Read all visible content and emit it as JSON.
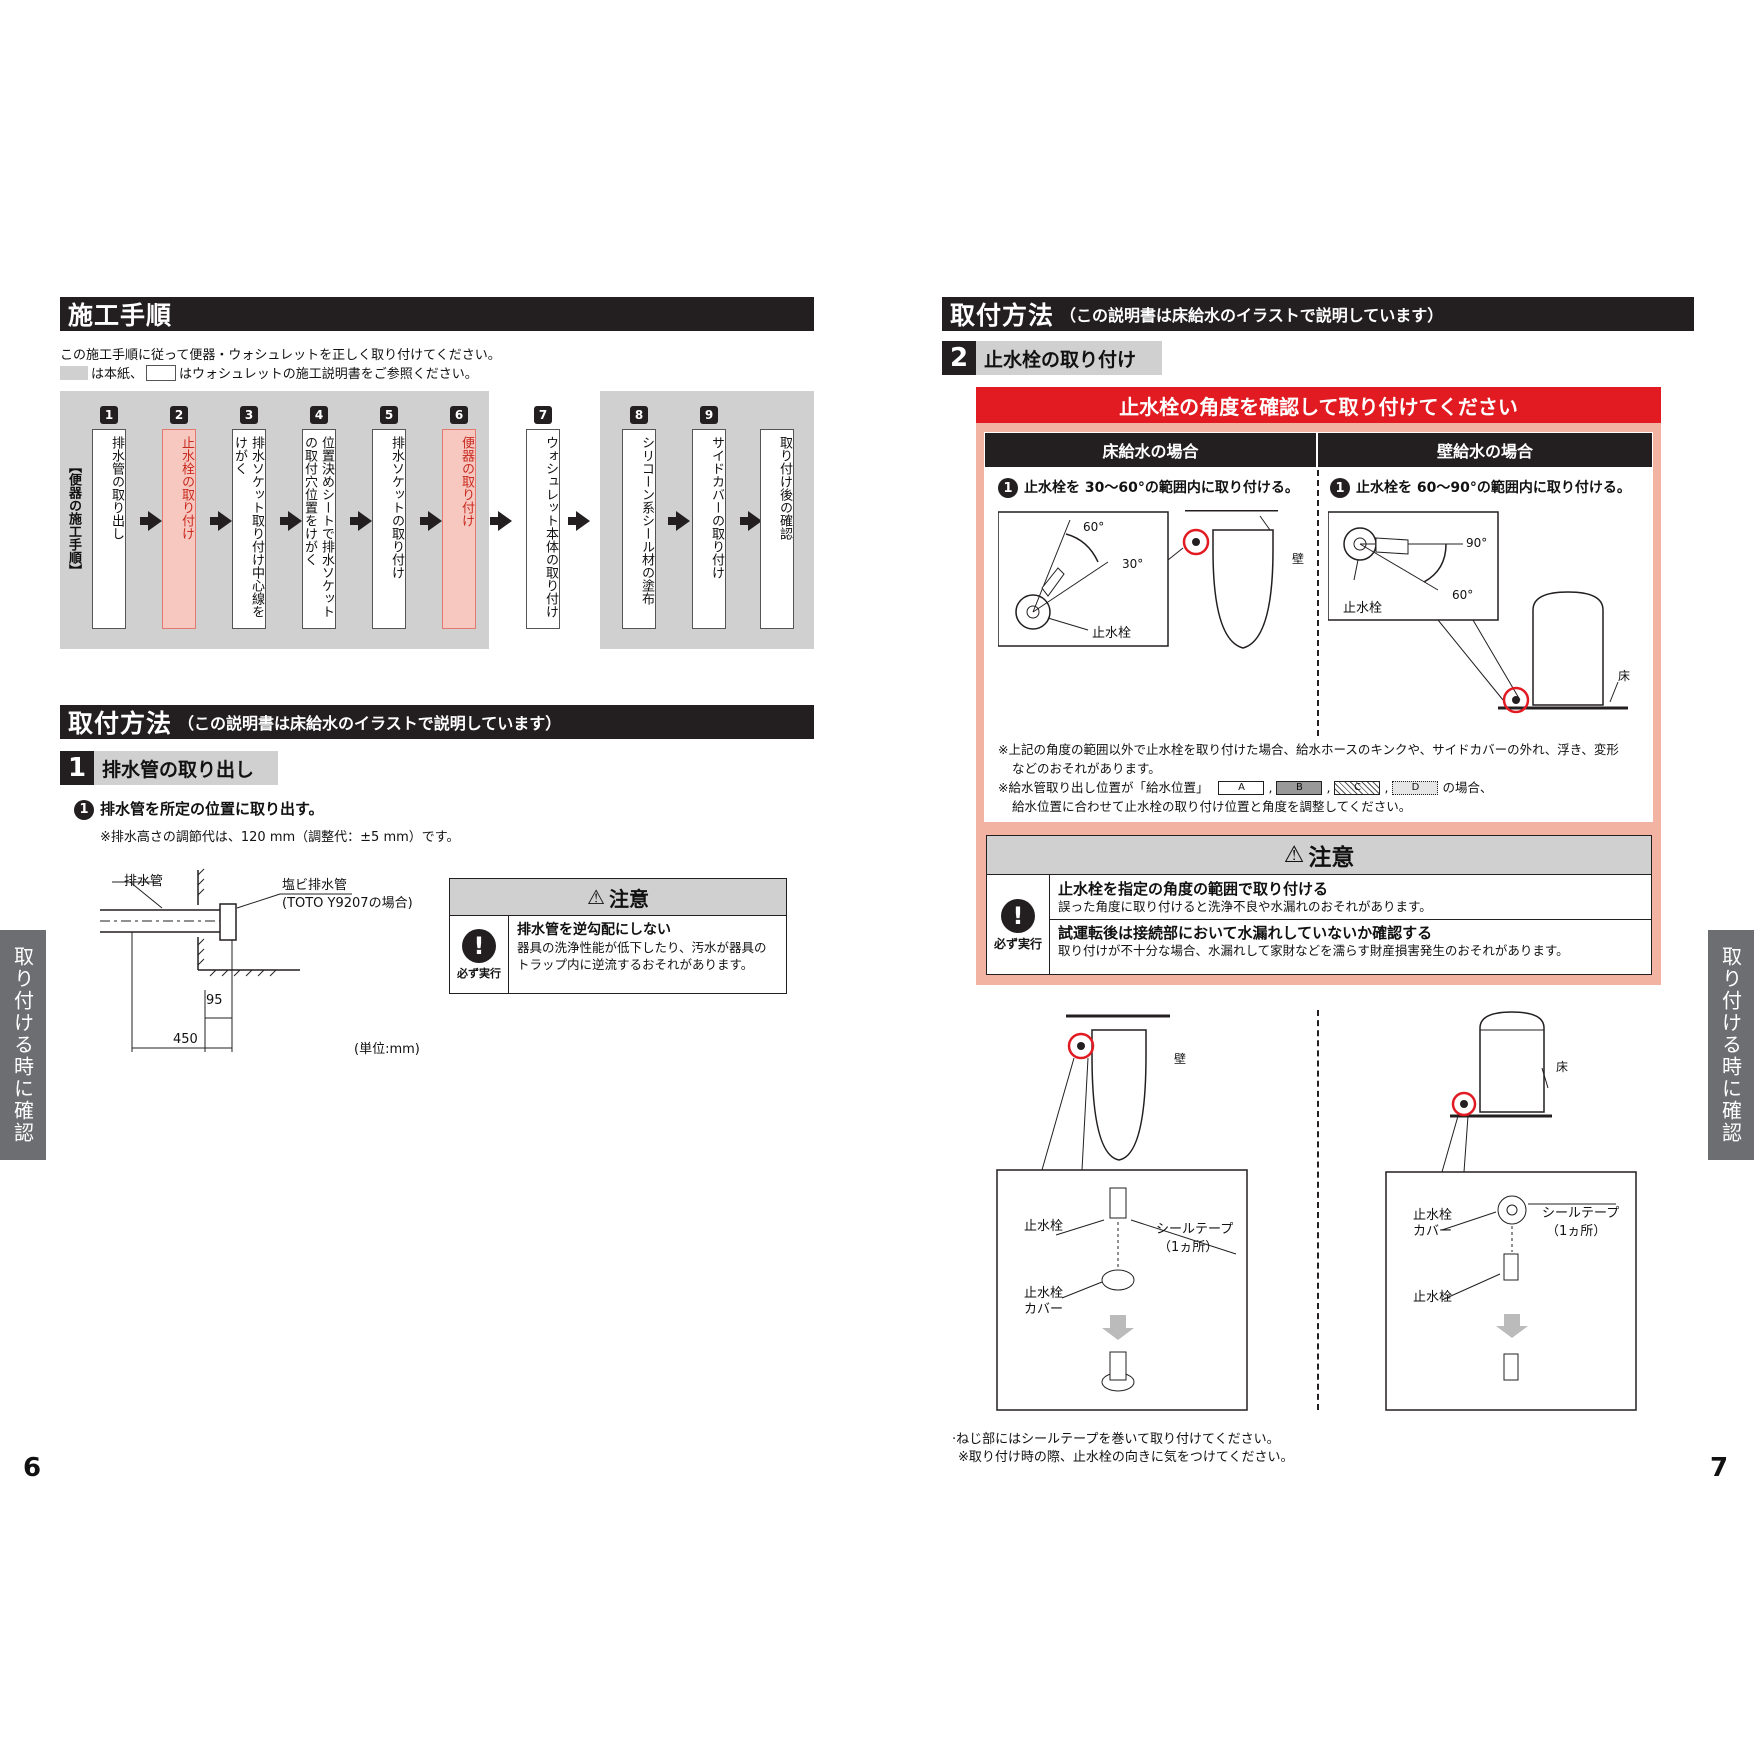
{
  "left": {
    "procedure_title": "施工手順",
    "intro_line1": "この施工手順に従って便器・ウォシュレットを正しく取り付けてください。",
    "intro_line2a": "は本紙、",
    "intro_line2b": "はウォシュレットの施工説明書をご参照ください。",
    "vertical_label": "【便器の施工手順】",
    "steps": [
      {
        "num": "1",
        "label": "排水管の取り出し"
      },
      {
        "num": "2",
        "label": "止水栓の取り付け"
      },
      {
        "num": "3",
        "label": "排水ソケット取り付け中心線をけがく"
      },
      {
        "num": "4",
        "label": "位置決めシートで排水ソケットの取付穴位置をけがく"
      },
      {
        "num": "5",
        "label": "排水ソケットの取り付け"
      },
      {
        "num": "6",
        "label": "便器の取り付け"
      },
      {
        "num": "7",
        "label": "ウォシュレット本体の取り付け"
      },
      {
        "num": "8",
        "label": "シリコーン系シール材の塗布"
      },
      {
        "num": "9",
        "label": "サイドカバーの取り付け"
      },
      {
        "num": "",
        "label": "取り付け後の確認"
      }
    ],
    "method_title": "取付方法",
    "method_subtitle": "（この説明書は床給水のイラストで説明しています）",
    "step1_num": "1",
    "step1_label": "排水管の取り出し",
    "step1_item_num": "1",
    "step1_item": "排水管を所定の位置に取り出す。",
    "step1_note": "※排水高さの調節代は、120 mm（調整代：±5 mm）です。",
    "diagram": {
      "label_pipe": "排水管",
      "label_pvc": "塩ビ排水管",
      "label_pvc_sub": "(TOTO Y9207の場合)",
      "dim_95": "95",
      "dim_450": "450",
      "unit": "(単位:mm)"
    },
    "caution": {
      "title": "注意",
      "must_label": "必ず実行",
      "heading": "排水管を逆勾配にしない",
      "text1": "器具の洗浄性能が低下したり、汚水が器具の",
      "text2": "トラップ内に逆流するおそれがあります。"
    },
    "side_tab": "取り付ける時に確認",
    "page_number": "6"
  },
  "right": {
    "method_title": "取付方法",
    "method_subtitle": "（この説明書は床給水のイラストで説明しています）",
    "step2_num": "2",
    "step2_label": "止水栓の取り付け",
    "red_banner": "止水栓の角度を確認して取り付けてください",
    "floor_head": "床給水の場合",
    "wall_head": "壁給水の場合",
    "floor_item_num": "1",
    "floor_item": "止水栓を 30～60°の範囲内に取り付ける。",
    "wall_item_num": "1",
    "wall_item": "止水栓を 60～90°の範囲内に取り付ける。",
    "floor_labels": {
      "a60": "60°",
      "a30": "30°",
      "valve": "止水栓",
      "wall": "壁"
    },
    "wall_labels": {
      "a90": "90°",
      "a60": "60°",
      "valve": "止水栓",
      "floor": "床"
    },
    "note1a": "※上記の角度の範囲以外で止水栓を取り付けた場合、給水ホースのキンクや、サイドカバーの外れ、浮き、変形",
    "note1b": "などのおそれがあります。",
    "note2a": "※給水管取り出し位置が「給水位置」",
    "pos_a": "A",
    "pos_b": "B",
    "pos_c": "C",
    "pos_d": "D",
    "note2b": "の場合、",
    "note2c": "給水位置に合わせて止水栓の取り付け位置と角度を調整してください。",
    "caution": {
      "title": "注意",
      "must_label": "必ず実行",
      "heading1": "止水栓を指定の角度の範囲で取り付ける",
      "text1": "誤った角度に取り付けると洗浄不良や水漏れのおそれがあります。",
      "heading2": "試運転後は接続部において水漏れしていないか確認する",
      "text2": "取り付けが不十分な場合、水漏れして家財などを濡らす財産損害発生のおそれがあります。"
    },
    "lower_left": {
      "wall": "壁",
      "valve": "止水栓",
      "tape": "シールテープ",
      "tape_sub": "（1ヵ所）",
      "cover1": "止水栓",
      "cover2": "カバー"
    },
    "lower_right": {
      "floor": "床",
      "cover1": "止水栓",
      "cover2": "カバー",
      "tape": "シールテープ",
      "tape_sub": "（1ヵ所）",
      "valve": "止水栓"
    },
    "foot1": "·ねじ部にはシールテープを巻いて取り付けてください。",
    "foot2": "※取り付け時の際、止水栓の向きに気をつけてください。",
    "side_tab": "取り付ける時に確認",
    "page_number": "7"
  },
  "colors": {
    "dark": "#231f20",
    "red": "#e21b22",
    "pink": "#f3b3a3",
    "step_red": "#f7c8c0",
    "gray": "#d0d0d0",
    "tab": "#6d6e71"
  }
}
